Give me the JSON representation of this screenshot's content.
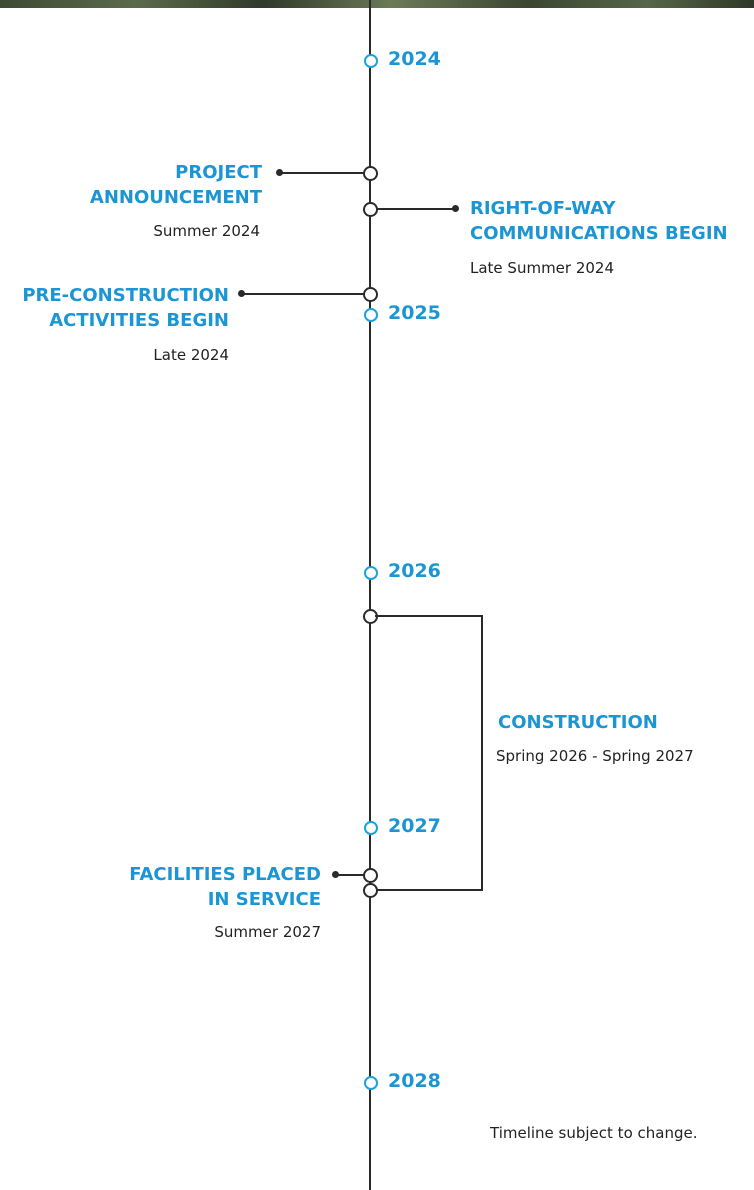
{
  "years": [
    "2024",
    "2025",
    "2026",
    "2027",
    "2028"
  ],
  "events": {
    "project_announcement": {
      "title_line1": "PROJECT",
      "title_line2": "ANNOUNCEMENT",
      "date": "Summer 2024"
    },
    "right_of_way": {
      "title_line1": "RIGHT-OF-WAY",
      "title_line2": "COMMUNICATIONS BEGIN",
      "date": "Late Summer 2024"
    },
    "pre_construction": {
      "title_line1": "PRE-CONSTRUCTION",
      "title_line2": "ACTIVITIES BEGIN",
      "date": "Late 2024"
    },
    "construction": {
      "title": "CONSTRUCTION",
      "date": "Spring 2026 - Spring 2027"
    },
    "facilities": {
      "title_line1": "FACILITIES PLACED",
      "title_line2": "IN SERVICE",
      "date": "Summer 2027"
    }
  },
  "footnote": "Timeline subject to change.",
  "colors": {
    "accent": "#1b95d3",
    "line": "#2a2a2a",
    "text": "#222222"
  }
}
